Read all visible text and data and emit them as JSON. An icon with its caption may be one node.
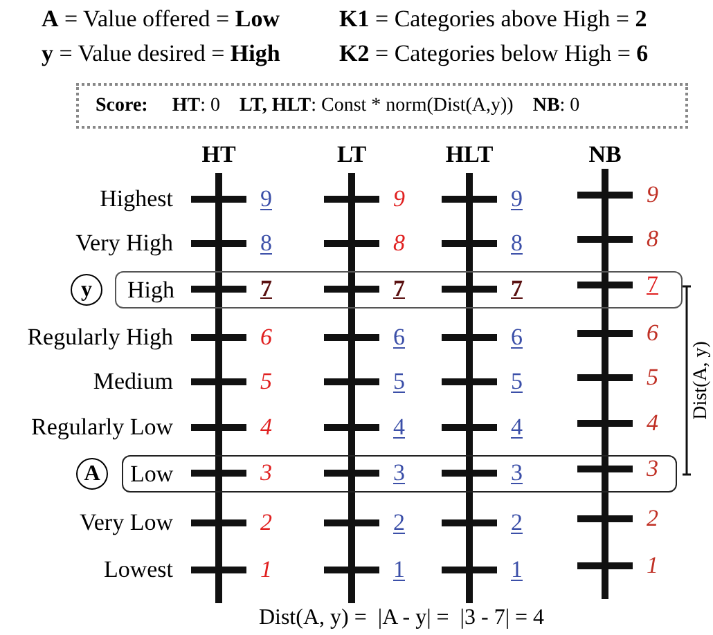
{
  "diagram": {
    "nodes": [
      {
        "text": [
          "**Score:**     **HT**: 0    **LT, HLT**: Const * norm(Dist(A,y))    **NB**: 0"
        ]
      },
      {
        "text": [
          "y"
        ]
      },
      {
        "text": [
          "High"
        ]
      },
      {
        "text": [
          "A"
        ]
      },
      {
        "text": [
          "Low"
        ]
      }
    ],
    "labels": [
      "**A** = Value offered = **Low**",
      "**K1** = Categories above High = **2**",
      "**y** = Value desired = **High**",
      "**K2** = Categories below High = **6**",
      "HT",
      "LT",
      "HLT",
      "NB",
      "Highest",
      "9",
      "9",
      "9",
      "9",
      "Very High",
      "8",
      "8",
      "8",
      "8",
      "7",
      "7",
      "7",
      "7",
      "Regularly High",
      "6",
      "6",
      "6",
      "6",
      "Medium",
      "5",
      "5",
      "5",
      "5",
      "Regularly Low",
      "4",
      "4",
      "4",
      "4",
      "3",
      "3",
      "3",
      "3",
      "Very Low",
      "2",
      "2",
      "2",
      "2",
      "Lowest",
      "1",
      "1",
      "1",
      "1",
      "Dist(A, y)",
      "Dist(A, y) =  |A - y| =  |3 - 7| = 4"
    ]
  }
}
